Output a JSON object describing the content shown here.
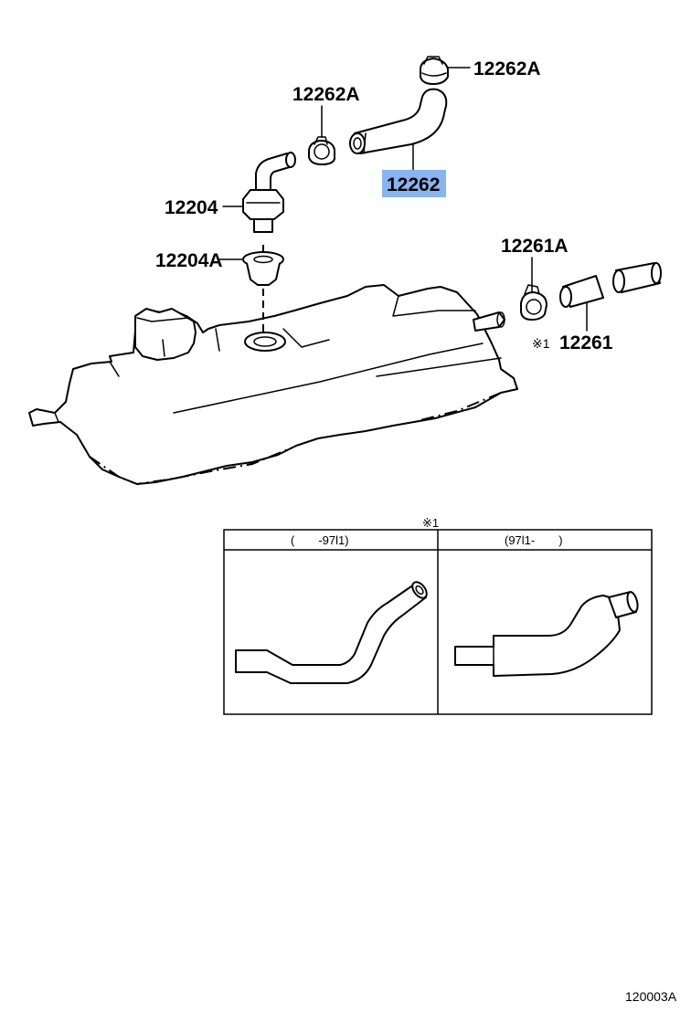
{
  "labels": {
    "p12262A_top": "12262A",
    "p12262A_left": "12262A",
    "p12262": "12262",
    "p12204": "12204",
    "p12204A": "12204A",
    "p12261A": "12261A",
    "p12261": "12261",
    "note_mark_side": "※1",
    "note_mark_table": "※1"
  },
  "inset_table": {
    "col1_header": "(　　-97l1)",
    "col2_header": "(97l1-　　)"
  },
  "figure_id": "120003A",
  "colors": {
    "highlight": "#8ab4f0",
    "line": "#000000"
  }
}
